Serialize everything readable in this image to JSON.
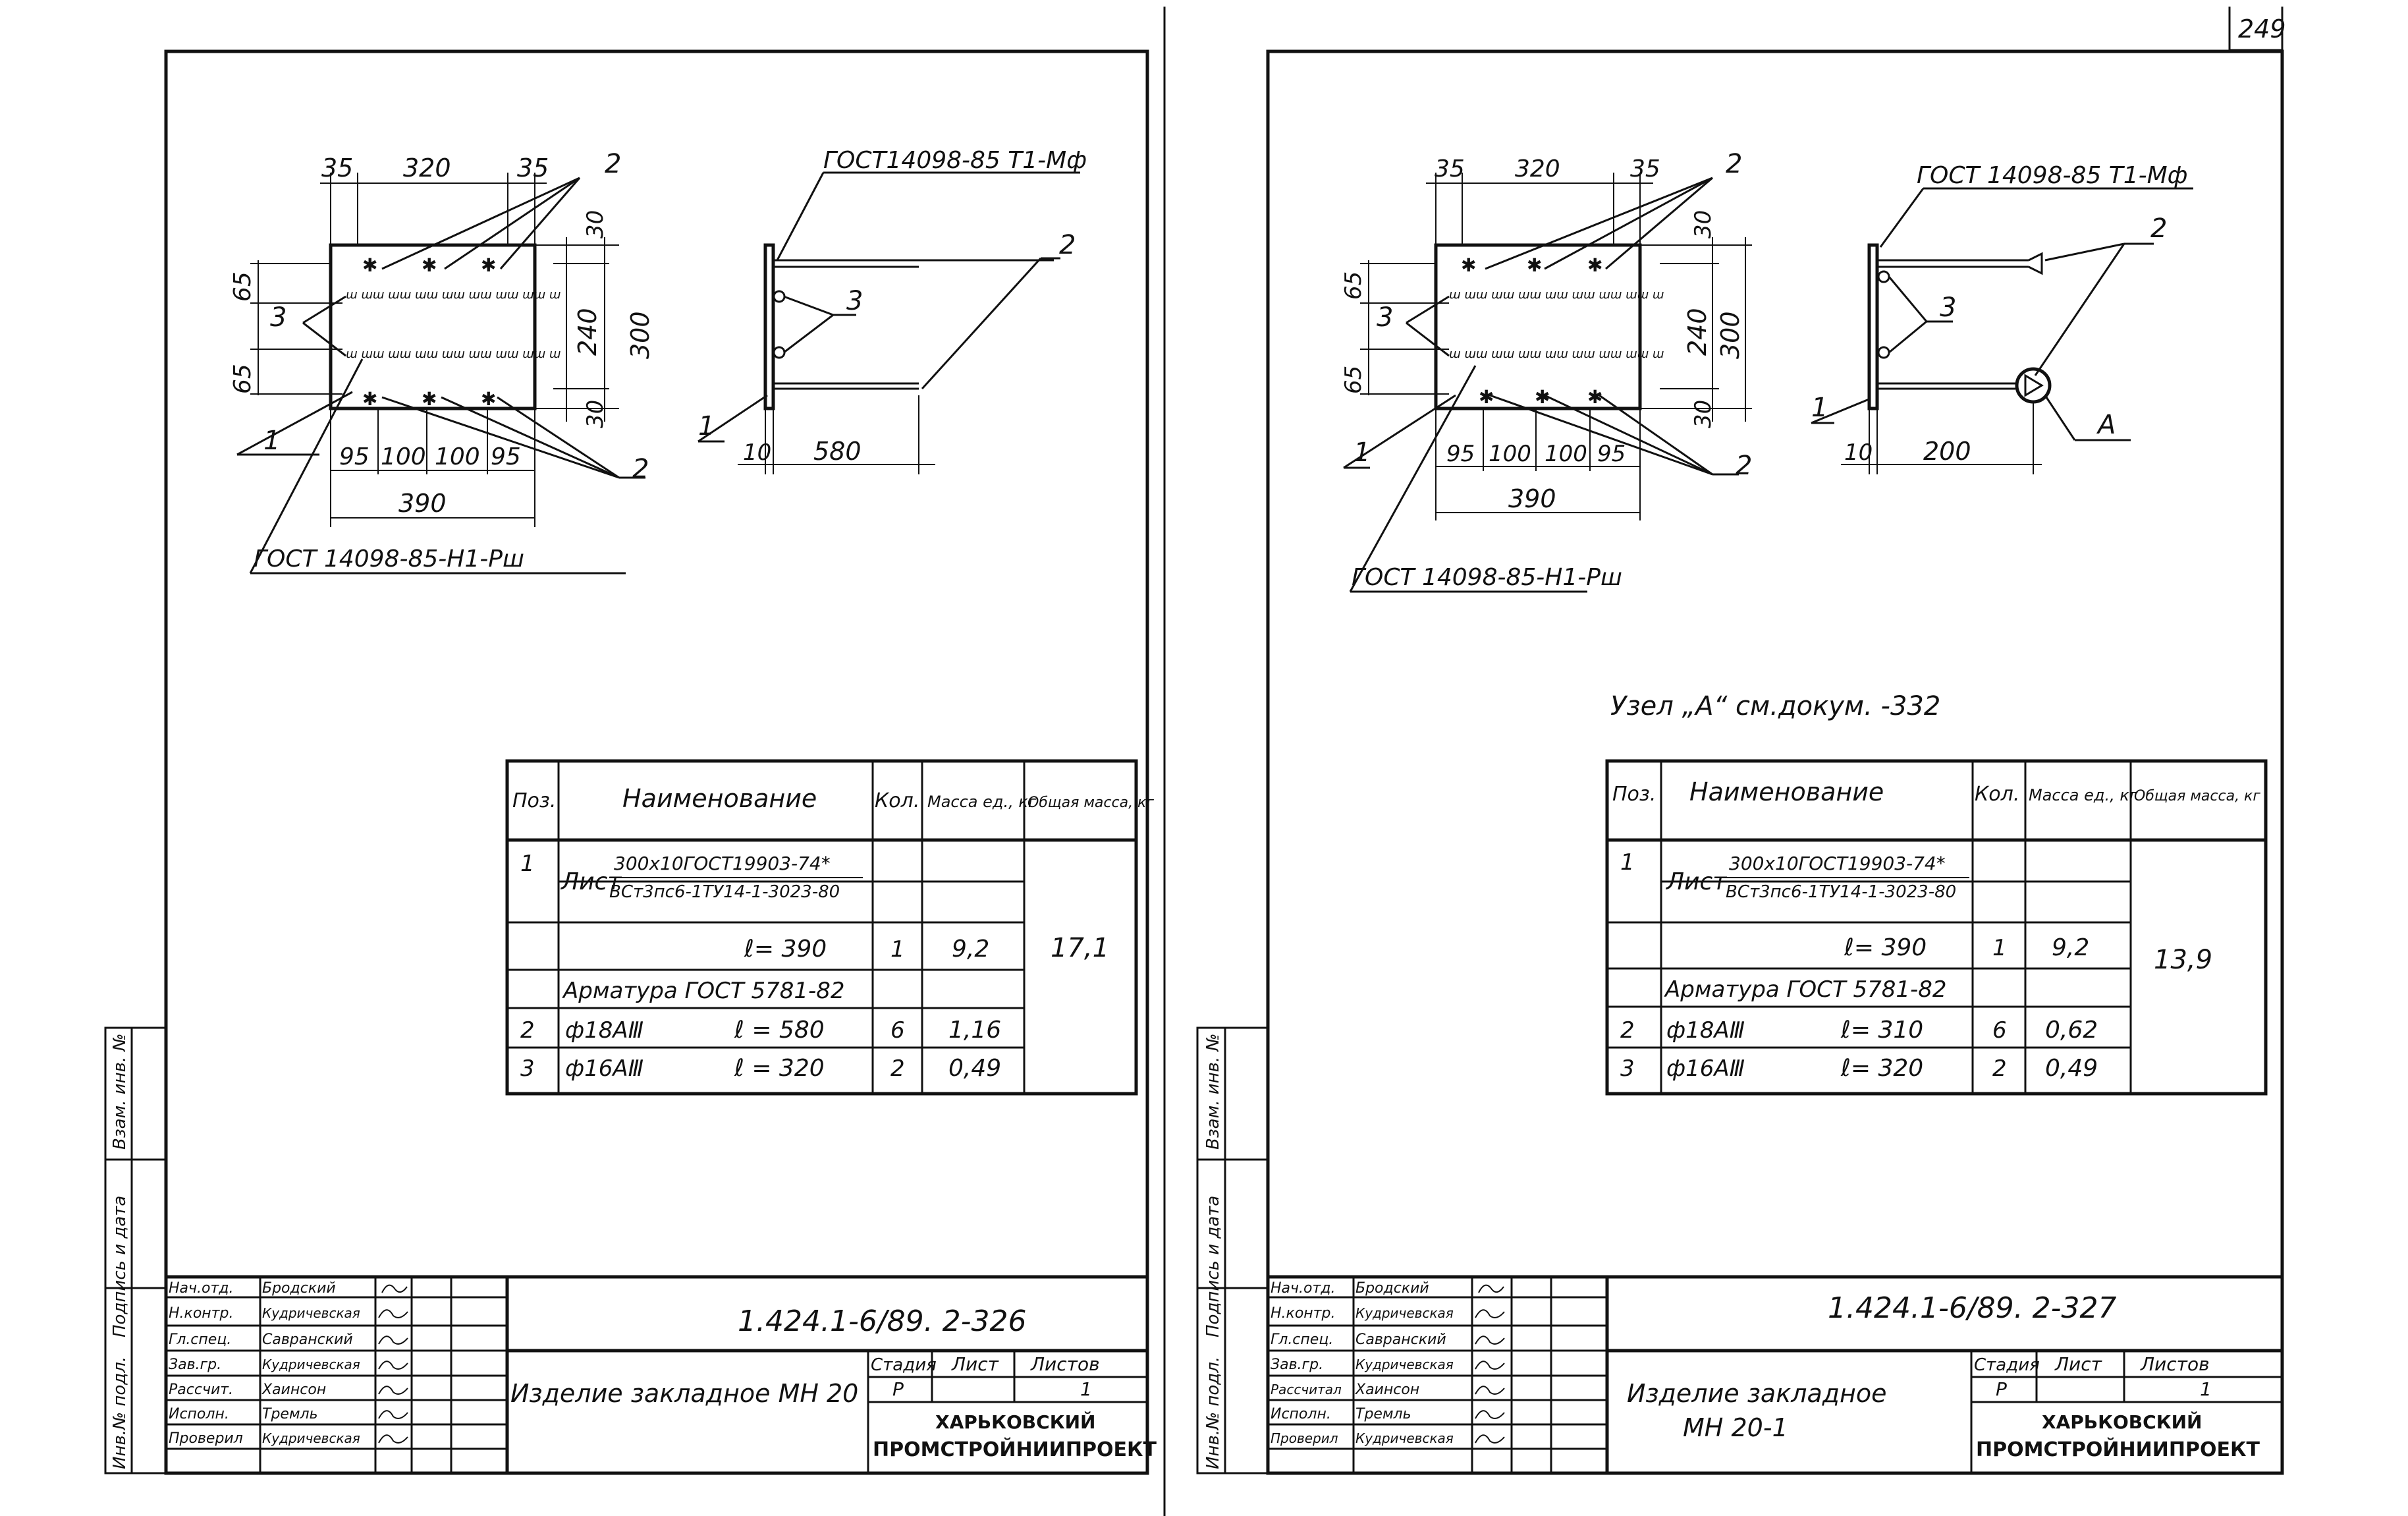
{
  "page_number": "249",
  "sheets": [
    {
      "drawing": {
        "plan_dims": {
          "top": [
            "35",
            "320",
            "35"
          ],
          "left": [
            "65",
            "65"
          ],
          "right": [
            "30",
            "240",
            "300",
            "30"
          ],
          "bottom": [
            "95",
            "100",
            "100",
            "95"
          ],
          "overall": "390"
        },
        "leader_left": [
          "1",
          "3"
        ],
        "leader_right_top": "2",
        "leader_right_bottom": "2",
        "note_plate": "ГОСТ 14098-85-Н1-Рш",
        "note_bar": "ГОСТ14098-85 Т1-Мф",
        "side_dims": [
          "10",
          "580"
        ],
        "side_labels": [
          "2",
          "3",
          "1"
        ]
      },
      "table": {
        "headers": [
          "Поз.",
          "Наименование",
          "Кол.",
          "Масса ед., кг",
          "Общая масса, кг"
        ],
        "row1": {
          "pos": "1",
          "name": "Лист",
          "num": "300x10ГОСТ19903-74*",
          "den": "ВСт3пс6-1ТУ14-1-3023-80"
        },
        "row2": {
          "len": "ℓ= 390",
          "qty": "1",
          "mass": "9,2",
          "total": "17,1"
        },
        "row3": {
          "name": "Арматура ГОСТ 5781-82"
        },
        "row4": {
          "pos": "2",
          "name": "ф18АⅢ",
          "len": "ℓ = 580",
          "qty": "6",
          "mass": "1,16"
        },
        "row5": {
          "pos": "3",
          "name": "ф16АⅢ",
          "len": "ℓ = 320",
          "qty": "2",
          "mass": "0,49"
        }
      },
      "side_stamp": [
        "Инв.№ подл.",
        "Подпись и дата",
        "Взам. инв. №"
      ],
      "stamp": {
        "roles": [
          "Нач.отд.",
          "Н.контр.",
          "Гл.спец.",
          "Зав.гр.",
          "Рассчит.",
          "Исполн.",
          "Проверил"
        ],
        "names": [
          "Бродский",
          "Кудричевская",
          "Савранский",
          "Кудричевская",
          "Хаинсон",
          "Тремль",
          "Кудричевская"
        ],
        "code": "1.424.1-6/89. 2-326",
        "title": "Изделие закладное МН 20",
        "stage_label": "Стадия",
        "sheet_label": "Лист",
        "sheets_label": "Листов",
        "stage": "Р",
        "sheets_count": "1",
        "org1": "ХАРЬКОВСКИЙ",
        "org2": "ПРОМСТРОЙНИИПРОЕКТ"
      }
    },
    {
      "drawing": {
        "plan_dims": {
          "top": [
            "35",
            "320",
            "35"
          ],
          "left": [
            "65",
            "65"
          ],
          "right": [
            "30",
            "240",
            "300",
            "30"
          ],
          "bottom": [
            "95",
            "100",
            "100",
            "95"
          ],
          "overall": "390"
        },
        "leader_left": [
          "1",
          "3"
        ],
        "leader_right_top": "2",
        "leader_right_bottom": "2",
        "note_plate": "ГОСТ 14098-85-Н1-Рш",
        "note_bar": "ГОСТ 14098-85 Т1-Мф",
        "side_dims": [
          "10",
          "200"
        ],
        "side_labels": [
          "2",
          "3",
          "1",
          "А"
        ],
        "node_note": "Узел „А“ см.докум. -332"
      },
      "table": {
        "headers": [
          "Поз.",
          "Наименование",
          "Кол.",
          "Масса ед., кг",
          "Общая масса, кг"
        ],
        "row1": {
          "pos": "1",
          "name": "Лист",
          "num": "300x10ГОСТ19903-74*",
          "den": "ВСт3пс6-1ТУ14-1-3023-80"
        },
        "row2": {
          "len": "ℓ= 390",
          "qty": "1",
          "mass": "9,2",
          "total": "13,9"
        },
        "row3": {
          "name": "Арматура ГОСТ 5781-82"
        },
        "row4": {
          "pos": "2",
          "name": "ф18АⅢ",
          "len": "ℓ= 310",
          "qty": "6",
          "mass": "0,62"
        },
        "row5": {
          "pos": "3",
          "name": "ф16АⅢ",
          "len": "ℓ= 320",
          "qty": "2",
          "mass": "0,49"
        }
      },
      "side_stamp": [
        "Инв.№ подл.",
        "Подпись и дата",
        "Взам. инв. №"
      ],
      "stamp": {
        "roles": [
          "Нач.отд.",
          "Н.контр.",
          "Гл.спец.",
          "Зав.гр.",
          "Рассчитал",
          "Исполн.",
          "Проверил"
        ],
        "names": [
          "Бродский",
          "Кудричевская",
          "Савранский",
          "Кудричевская",
          "Хаинсон",
          "Тремль",
          "Кудричевская"
        ],
        "code": "1.424.1-6/89. 2-327",
        "title_line1": "Изделие закладное",
        "title_line2": "МН 20-1",
        "stage_label": "Стадия",
        "sheet_label": "Лист",
        "sheets_label": "Листов",
        "stage": "Р",
        "sheets_count": "1",
        "org1": "ХАРЬКОВСКИЙ",
        "org2": "ПРОМСТРОЙНИИПРОЕКТ"
      }
    }
  ]
}
